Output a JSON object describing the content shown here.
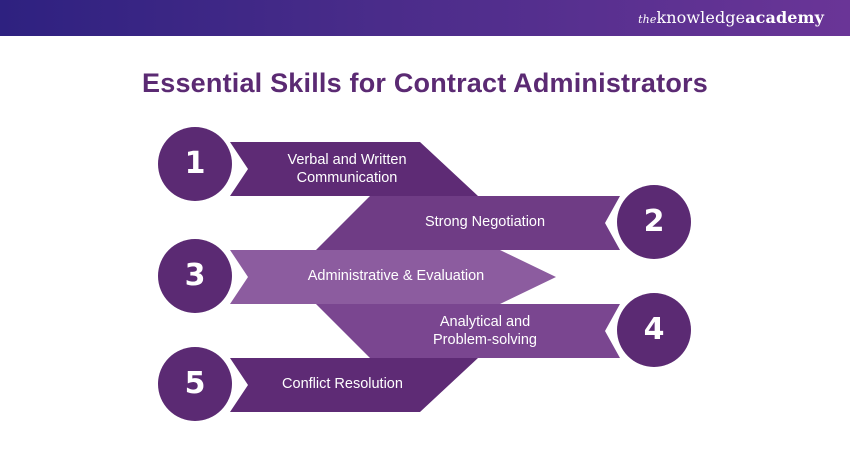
{
  "header": {
    "brand_prefix": "the",
    "brand_knowledge": "knowledge",
    "brand_academy": "academy"
  },
  "title": "Essential Skills for Contract Administrators",
  "colors": {
    "dark_purple": "#5b2a73",
    "band_purple": "#6e3a83",
    "light_band": "#8a5a9d",
    "header_start": "#2e2180",
    "header_end": "#6a3597"
  },
  "skills": [
    {
      "number": "1",
      "label_line1": "Verbal and Written",
      "label_line2": "Communication"
    },
    {
      "number": "2",
      "label_line1": "Strong Negotiation",
      "label_line2": ""
    },
    {
      "number": "3",
      "label_line1": "Administrative & Evaluation",
      "label_line2": ""
    },
    {
      "number": "4",
      "label_line1": "Analytical and",
      "label_line2": "Problem-solving"
    },
    {
      "number": "5",
      "label_line1": "Conflict Resolution",
      "label_line2": ""
    }
  ]
}
